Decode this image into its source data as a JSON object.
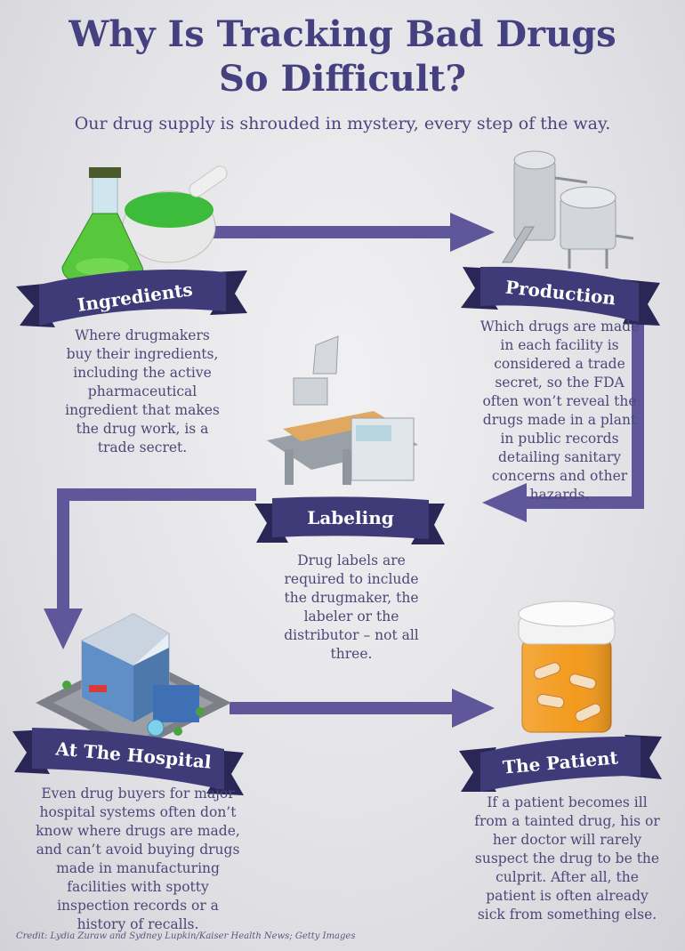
{
  "title_line1": "Why Is Tracking Bad Drugs",
  "title_line2": "So Difficult?",
  "subtitle": "Our drug supply is shrouded in mystery, every step of the way.",
  "steps": {
    "ingredients": {
      "label": "Ingredients",
      "desc": [
        "Where drugmakers",
        "buy their ingredients,",
        "including the active",
        "pharmaceutical",
        "ingredient that makes",
        "the drug work, is a",
        "trade secret."
      ]
    },
    "production": {
      "label": "Production",
      "desc": [
        "Which drugs are made",
        "in each facility is",
        "considered a trade",
        "secret, so the FDA",
        "often won’t reveal the",
        "drugs made in a plant",
        "in public records",
        "detailing sanitary",
        "concerns and other",
        "hazards."
      ]
    },
    "labeling": {
      "label": "Labeling",
      "desc": [
        "Drug labels are",
        "required to include",
        "the drugmaker, the",
        "labeler or the",
        "distributor – not all",
        "three."
      ]
    },
    "hospital": {
      "label": "At The Hospital",
      "desc": [
        "Even drug buyers for major",
        "hospital systems often don’t",
        "know where drugs are made,",
        "and can’t avoid buying drugs",
        "made in manufacturing",
        "facilities with spotty",
        "inspection records or a",
        "history of recalls."
      ]
    },
    "patient": {
      "label": "The Patient",
      "desc": [
        "If a patient becomes ill",
        "from a tainted drug, his or",
        "her doctor will rarely",
        "suspect the drug to be the",
        "culprit. After all, the",
        "patient is often already",
        "sick from something else."
      ]
    }
  },
  "credit": "Credit: Lydia Zuraw and Sydney Lupkin/Kaiser Health News; Getty Images",
  "colors": {
    "accent": "#45407f",
    "arrow": "#5f579a",
    "ribbon": "#3f3a78",
    "ribbon_dark": "#2a2656"
  }
}
